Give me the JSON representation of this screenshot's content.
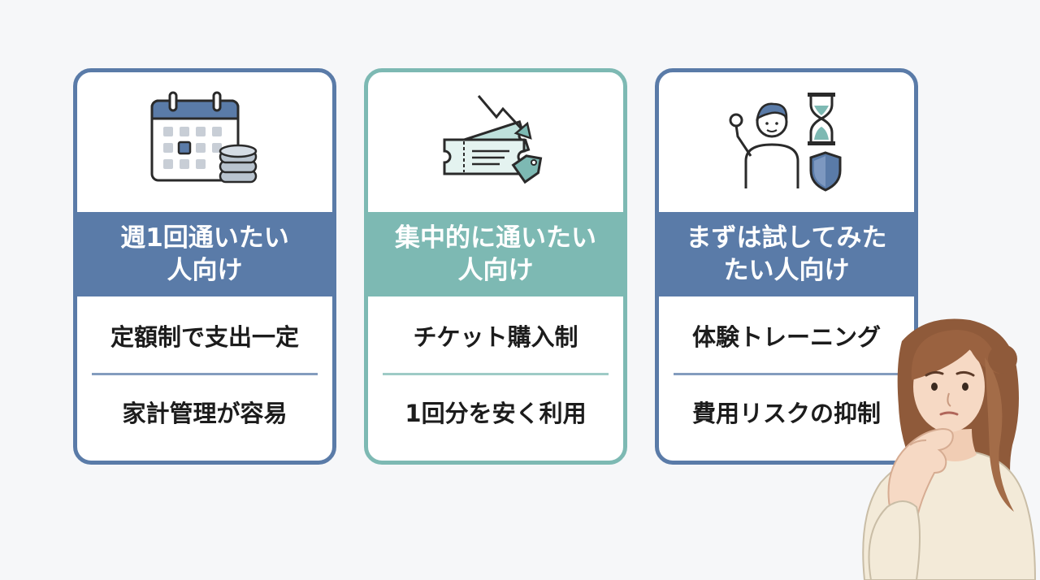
{
  "colors": {
    "blue": "#5a7ba8",
    "teal": "#7db9b3",
    "skin": "#f6d9c4",
    "hair": "#9a6240",
    "sweater": "#f3ead8"
  },
  "cards": [
    {
      "title_line1": "週1回通いたい",
      "title_line2": "人向け",
      "feature1": "定額制で支出一定",
      "feature2": "家計管理が容易",
      "icon": "calendar-coins-icon"
    },
    {
      "title_line1": "集中的に通いたい",
      "title_line2": "人向け",
      "feature1": "チケット購入制",
      "feature2": "1回分を安く利用",
      "icon": "ticket-price-down-icon"
    },
    {
      "title_line1": "まずは試してみた",
      "title_line2": "たい人向け",
      "feature1": "体験トレーニング",
      "feature2": "費用リスクの抑制",
      "icon": "person-hourglass-shield-icon"
    }
  ]
}
